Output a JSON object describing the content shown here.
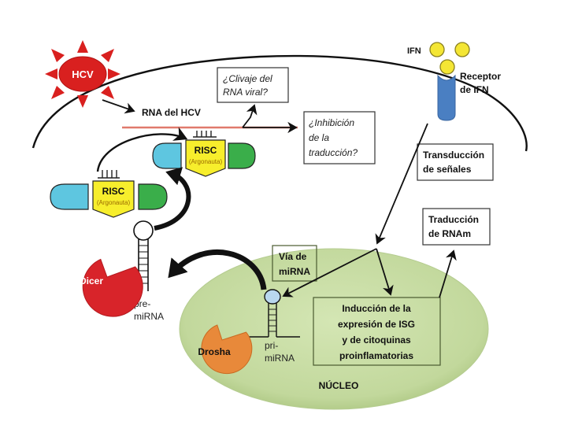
{
  "colors": {
    "virus_red": "#d9201f",
    "rna_line": "#e07a6c",
    "risc_yellow": "#f7ee2c",
    "blue_lobe": "#5ec6e0",
    "green_lobe": "#3aae4a",
    "receptor_blue": "#4a7fc2",
    "ifn_yellow": "#f4e634",
    "nucleus_green": "#c8dca4",
    "dicer_red": "#d8242a",
    "drosha_orange": "#e8893a",
    "loop_blue": "#b9d7ee"
  },
  "diagram": {
    "virus_label": "HCV",
    "rna_label": "RNA del HCV",
    "cleavage_box": [
      "¿Clivaje del",
      "RNA viral?"
    ],
    "inhibition_box": [
      "¿Inhibición",
      "de la",
      "traducción?"
    ],
    "ifn_label": "IFN",
    "receptor_label": [
      "Receptor",
      "de IFN"
    ],
    "transduction_box": [
      "Transducción",
      "de señales"
    ],
    "translation_box": [
      "Traducción",
      "de RNAm"
    ],
    "risc_top": {
      "title": "RISC",
      "subtitle": "(Argonauta)"
    },
    "risc_bottom": {
      "title": "RISC",
      "subtitle": "(Argonauta)"
    },
    "dicer_label": "Dicer",
    "pre_mirna_label": [
      "pre-",
      "miRNA"
    ],
    "mirna_pathway_box": [
      "Vía de",
      "miRNA"
    ],
    "drosha_label": "Drosha",
    "pri_mirna_label": [
      "pri-",
      "miRNA"
    ],
    "isg_box": [
      "Inducción de la",
      "expresión de ISG",
      "y de citoquinas",
      "proinflamatorias"
    ],
    "nucleus_label": "NÚCLEO"
  }
}
